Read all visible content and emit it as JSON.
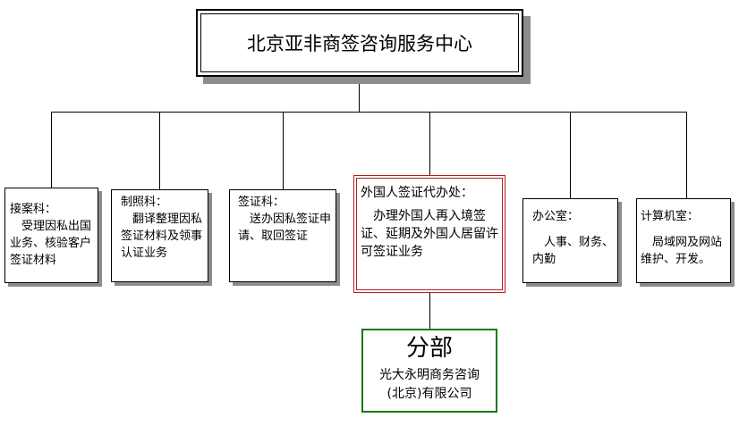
{
  "title": "北京亚非商签咨询服务中心",
  "departments": [
    {
      "name": "接案科：",
      "desc": "　受理因私出国业务、核验客户签证材料"
    },
    {
      "name": "制照科：",
      "desc": "　翻译整理因私签证材料及领事认证业务"
    },
    {
      "name": "签证科：",
      "desc": "　送办因私签证申请、取回签证"
    },
    {
      "name": "外国人签证代办处：",
      "desc": "　办理外国人再入境签证、延期及外国人居留许可签证业务"
    },
    {
      "name": "办公室：",
      "desc": "　人事、财务、内勤"
    },
    {
      "name": "计算机室：",
      "desc": "　局域网及网站维护、开发。"
    }
  ],
  "branch": {
    "heading": "分部",
    "name_line1": "光大永明商务咨询",
    "name_line2": "(北京)有限公司"
  },
  "colors": {
    "border": "#000000",
    "highlight_border": "#b22222",
    "branch_border": "#117a11",
    "shadow": "#8c8c8c"
  }
}
